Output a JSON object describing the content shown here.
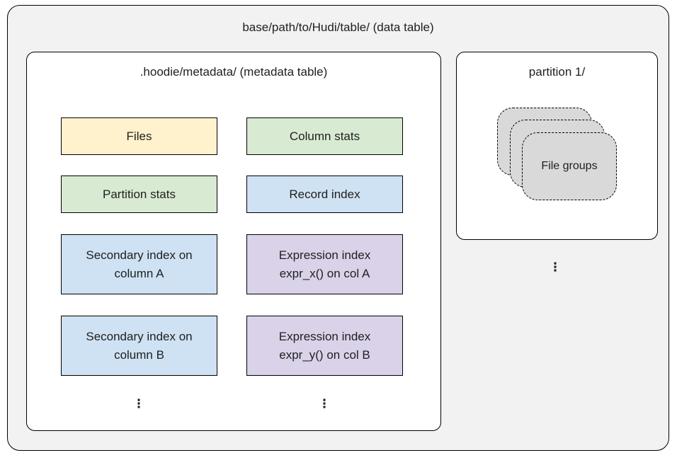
{
  "diagram": {
    "root": {
      "title": "base/path/to/Hudi/table/ (data table)"
    },
    "metadata_table": {
      "title": ".hoodie/metadata/ (metadata table)",
      "boxes": [
        {
          "label": "Files",
          "color": "#fff2cc"
        },
        {
          "label": "Column stats",
          "color": "#d9ead3"
        },
        {
          "label": "Partition stats",
          "color": "#d9ead3"
        },
        {
          "label": "Record index",
          "color": "#cfe2f3"
        },
        {
          "label": "Secondary index on\ncolumn A",
          "color": "#cfe2f3"
        },
        {
          "label": "Expression index\nexpr_x() on col A",
          "color": "#d9d2e9"
        },
        {
          "label": "Secondary index on\ncolumn B",
          "color": "#cfe2f3"
        },
        {
          "label": "Expression index\nexpr_y() on col B",
          "color": "#d9d2e9"
        }
      ],
      "ellipsis": "⋮"
    },
    "partition_1": {
      "title": "partition 1/",
      "file_groups": {
        "label": "File groups",
        "stack_count": 3,
        "color": "#d9d9d9"
      }
    },
    "ellipsis_more_partitions": "⋮",
    "palette": {
      "container_bg": "#f2f2f2",
      "panel_bg": "#ffffff",
      "border": "#000000",
      "text": "#1f1f1f",
      "files_yellow": "#fff2cc",
      "stats_green": "#d9ead3",
      "index_blue": "#cfe2f3",
      "expression_purple": "#d9d2e9",
      "file_group_gray": "#d9d9d9"
    }
  }
}
